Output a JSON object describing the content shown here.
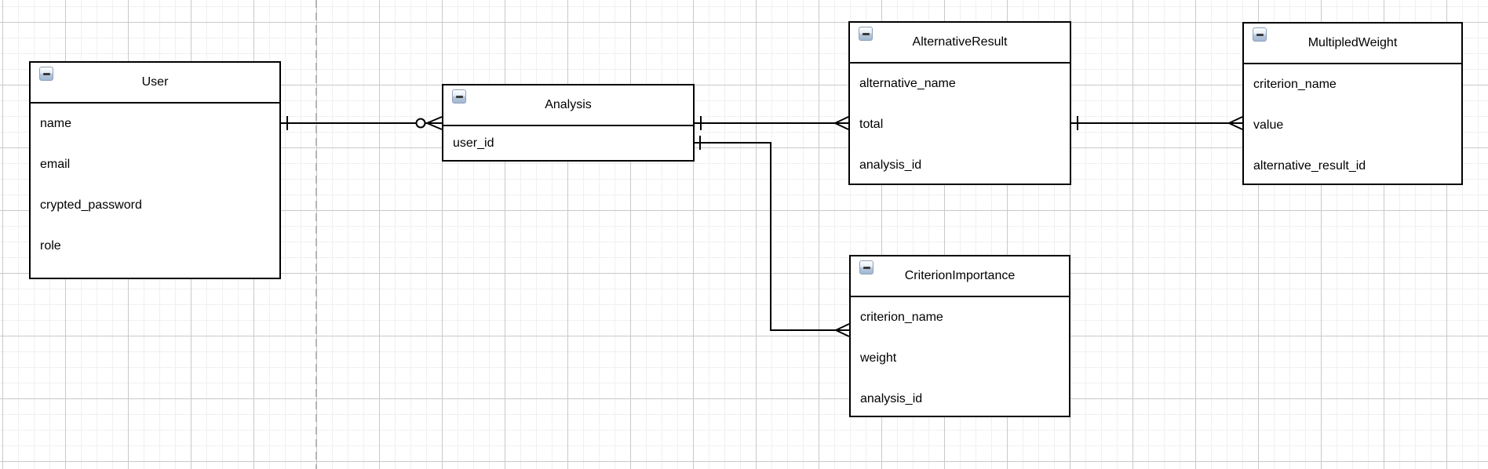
{
  "app": {
    "type": "entity-relationship-diagram"
  },
  "canvas": {
    "background_color": "#ffffff",
    "grid_minor_color": "#f0f0f0",
    "grid_major_color": "#c9c9c9",
    "page_divider_color": "#b5b5b5",
    "shape_line_color": "#000000"
  },
  "icons": {
    "collapse": "minus-icon"
  },
  "entities": [
    {
      "title": "User",
      "fields": [
        "name",
        "email",
        "crypted_password",
        "role"
      ]
    },
    {
      "title": "Analysis",
      "fields": [
        "user_id"
      ]
    },
    {
      "title": "AlternativeResult",
      "fields": [
        "alternative_name",
        "total",
        "analysis_id"
      ]
    },
    {
      "title": "MultipledWeight",
      "fields": [
        "criterion_name",
        "value",
        "alternative_result_id"
      ]
    },
    {
      "title": "CriterionImportance",
      "fields": [
        "criterion_name",
        "weight",
        "analysis_id"
      ]
    }
  ],
  "relationships": [
    {
      "from": "User",
      "to": "Analysis",
      "from_cardinality": "one",
      "to_cardinality": "zero-or-many"
    },
    {
      "from": "Analysis",
      "to": "AlternativeResult",
      "from_cardinality": "one",
      "to_cardinality": "many"
    },
    {
      "from": "Analysis",
      "to": "CriterionImportance",
      "from_cardinality": "one",
      "to_cardinality": "many"
    },
    {
      "from": "AlternativeResult",
      "to": "MultipledWeight",
      "from_cardinality": "one",
      "to_cardinality": "many"
    }
  ]
}
